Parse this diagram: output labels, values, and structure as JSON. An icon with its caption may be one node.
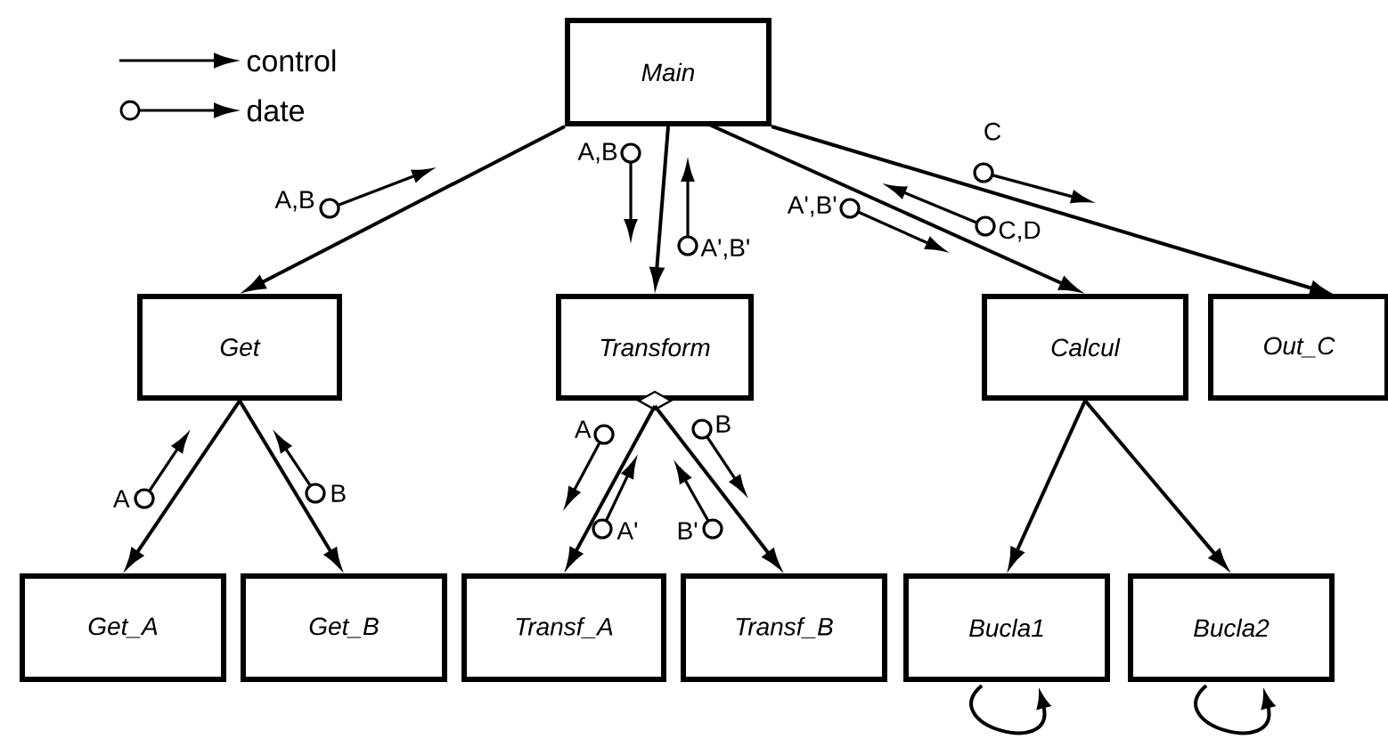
{
  "diagram": {
    "nodes": [
      {
        "text": [
          "Main"
        ]
      },
      {
        "text": [
          "Get"
        ]
      },
      {
        "text": [
          "Transform"
        ]
      },
      {
        "text": [
          "Calcul"
        ]
      },
      {
        "text": [
          "Out_C"
        ]
      },
      {
        "text": [
          "Get_A"
        ]
      },
      {
        "text": [
          "Get_B"
        ]
      },
      {
        "text": [
          "Transf_A"
        ]
      },
      {
        "text": [
          "Transf_B"
        ]
      },
      {
        "text": [
          "Bucla1"
        ]
      },
      {
        "text": [
          "Bucla2"
        ]
      }
    ],
    "edges": [
      {
        "from": 0,
        "to": 1,
        "arrow": "to"
      },
      {
        "from": 0,
        "to": 2,
        "arrow": "to"
      },
      {
        "from": 0,
        "to": 3,
        "arrow": "to"
      },
      {
        "from": 0,
        "to": 4,
        "arrow": "to"
      },
      {
        "from": 1,
        "to": 5,
        "arrow": "to"
      },
      {
        "from": 1,
        "to": 6,
        "arrow": "to"
      },
      {
        "from": 2,
        "to": 7,
        "arrow": "to"
      },
      {
        "from": 2,
        "to": 8,
        "arrow": "to"
      },
      {
        "from": 3,
        "to": 9,
        "arrow": "to"
      },
      {
        "from": 3,
        "to": 10,
        "arrow": "to"
      },
      {
        "from": 9,
        "to": 9,
        "arrow": "to"
      },
      {
        "from": 10,
        "to": 10,
        "arrow": "to"
      }
    ],
    "labels": [
      "A,B",
      "A,B",
      "A',B'",
      "A',B'",
      "C,D",
      "C",
      "A",
      "B",
      "A",
      "A'",
      "B'",
      "B"
    ],
    "legend": [
      {
        "text": "control"
      },
      {
        "text": "date"
      }
    ]
  }
}
